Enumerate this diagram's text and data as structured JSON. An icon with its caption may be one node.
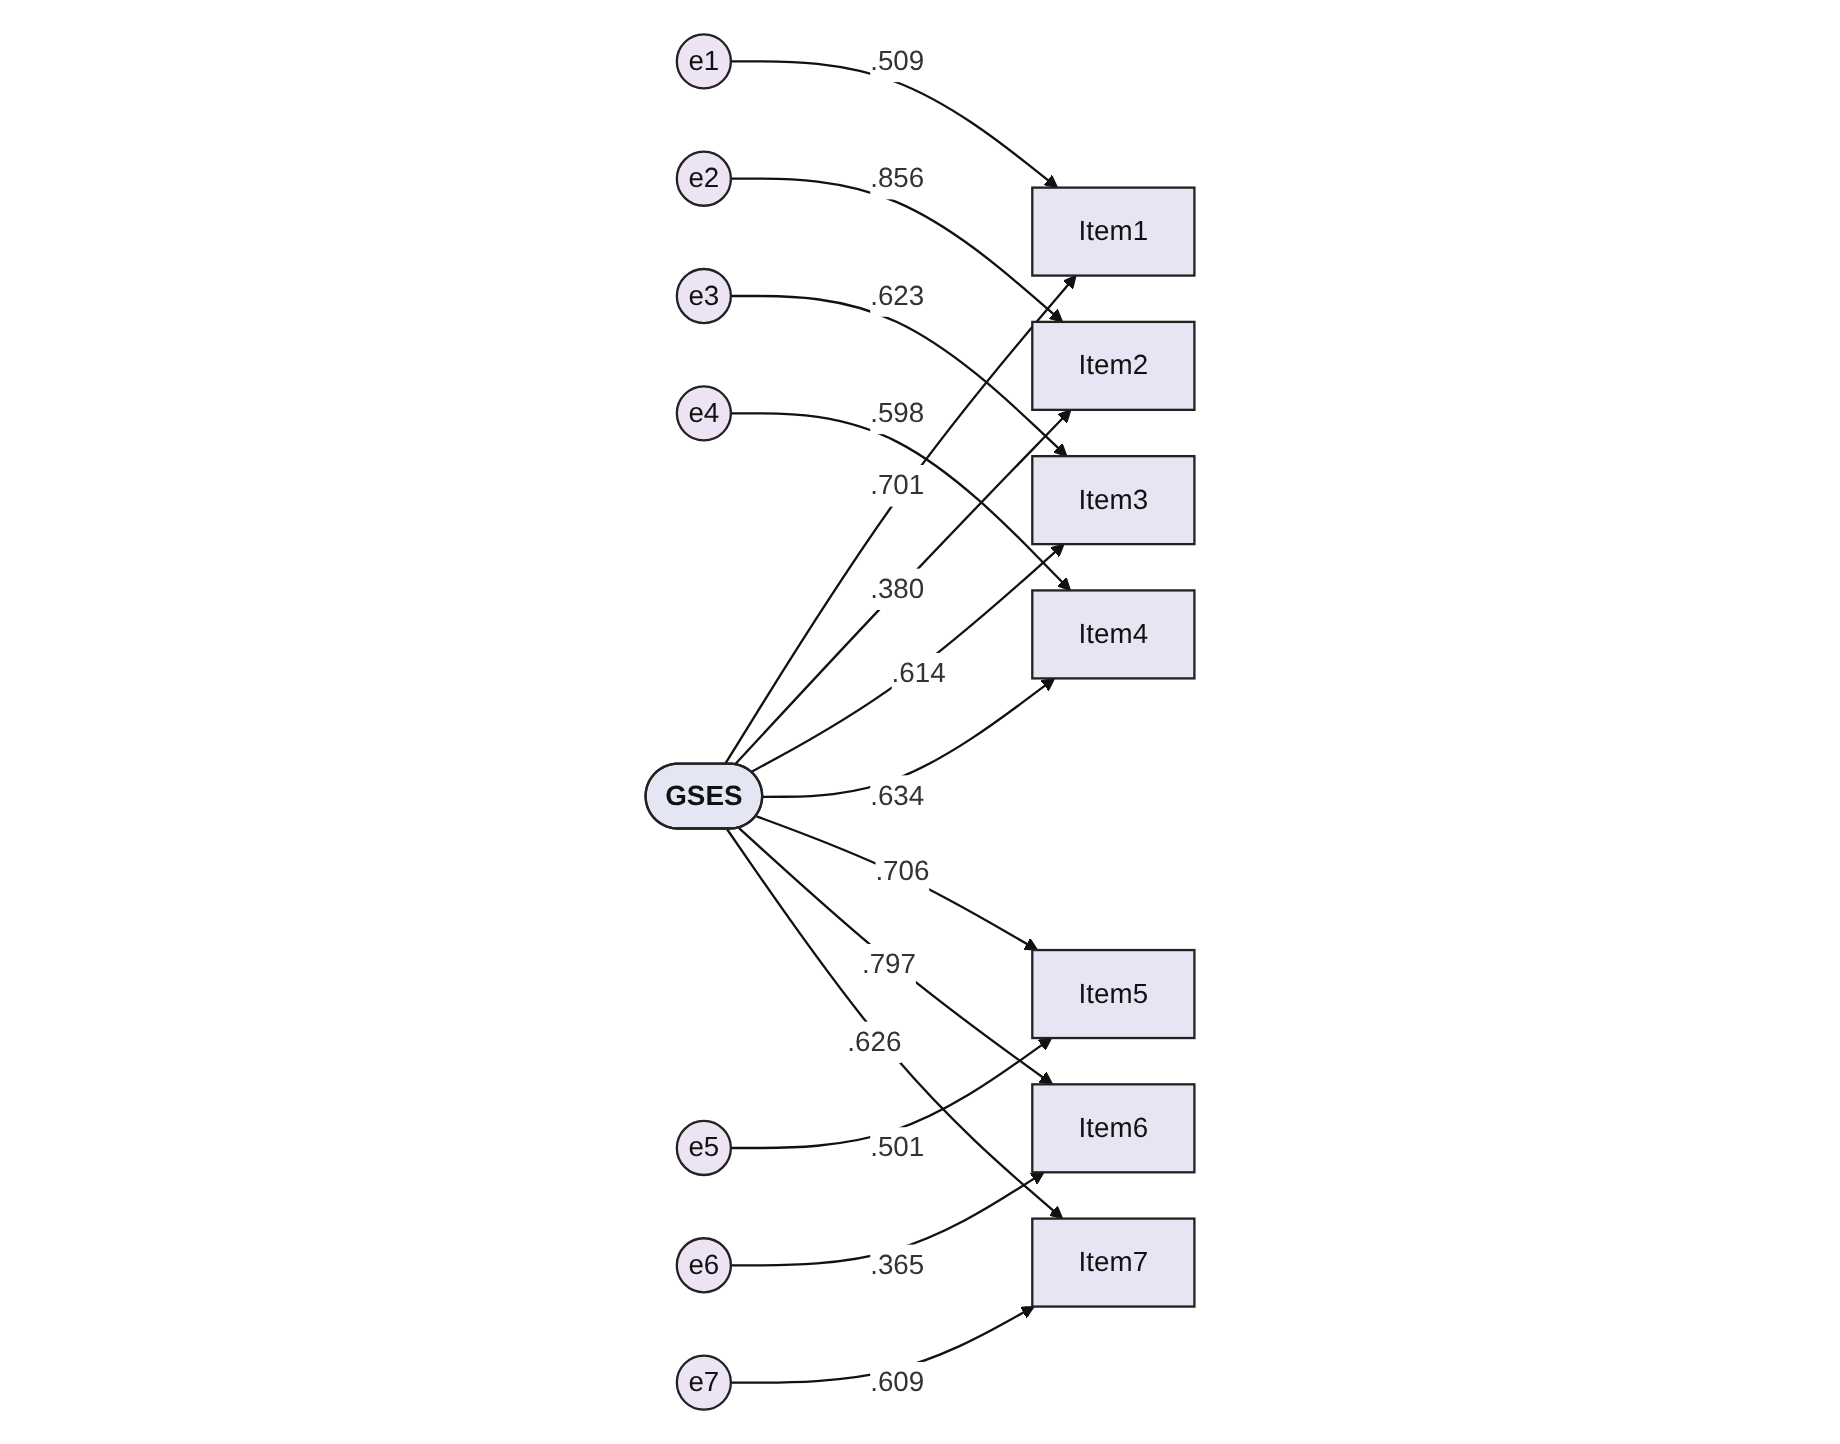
{
  "diagram": {
    "nodes": [
      {
        "text": [
          "e1"
        ]
      },
      {
        "text": [
          "Item1"
        ]
      },
      {
        "text": [
          "e2"
        ]
      },
      {
        "text": [
          "Item2"
        ]
      },
      {
        "text": [
          "e3"
        ]
      },
      {
        "text": [
          "Item3"
        ]
      },
      {
        "text": [
          "e4"
        ]
      },
      {
        "text": [
          "Item4"
        ]
      },
      {
        "text": [
          "e5"
        ]
      },
      {
        "text": [
          "Item5"
        ]
      },
      {
        "text": [
          "e6"
        ]
      },
      {
        "text": [
          "Item6"
        ]
      },
      {
        "text": [
          "e7"
        ]
      },
      {
        "text": [
          "Item7"
        ]
      },
      {
        "text": [
          "GSES"
        ]
      }
    ],
    "edges": [
      {
        "from": 0,
        "to": 1,
        "arrow": "to",
        "label": ".509"
      },
      {
        "from": 2,
        "to": 3,
        "arrow": "to",
        "label": ".856"
      },
      {
        "from": 4,
        "to": 5,
        "arrow": "to",
        "label": ".623"
      },
      {
        "from": 6,
        "to": 7,
        "arrow": "to",
        "label": ".598"
      },
      {
        "from": 8,
        "to": 9,
        "arrow": "to",
        "label": ".501"
      },
      {
        "from": 10,
        "to": 11,
        "arrow": "to",
        "label": ".365"
      },
      {
        "from": 12,
        "to": 13,
        "arrow": "to",
        "label": ".609"
      },
      {
        "from": 14,
        "to": 1,
        "arrow": "to",
        "label": ".701"
      },
      {
        "from": 14,
        "to": 3,
        "arrow": "to",
        "label": ".380"
      },
      {
        "from": 14,
        "to": 5,
        "arrow": "to",
        "label": ".614"
      },
      {
        "from": 14,
        "to": 7,
        "arrow": "to",
        "label": ".634"
      },
      {
        "from": 14,
        "to": 9,
        "arrow": "to",
        "label": ".706"
      },
      {
        "from": 14,
        "to": 11,
        "arrow": "to",
        "label": ".797"
      },
      {
        "from": 14,
        "to": 13,
        "arrow": "to",
        "label": ".626"
      }
    ]
  }
}
